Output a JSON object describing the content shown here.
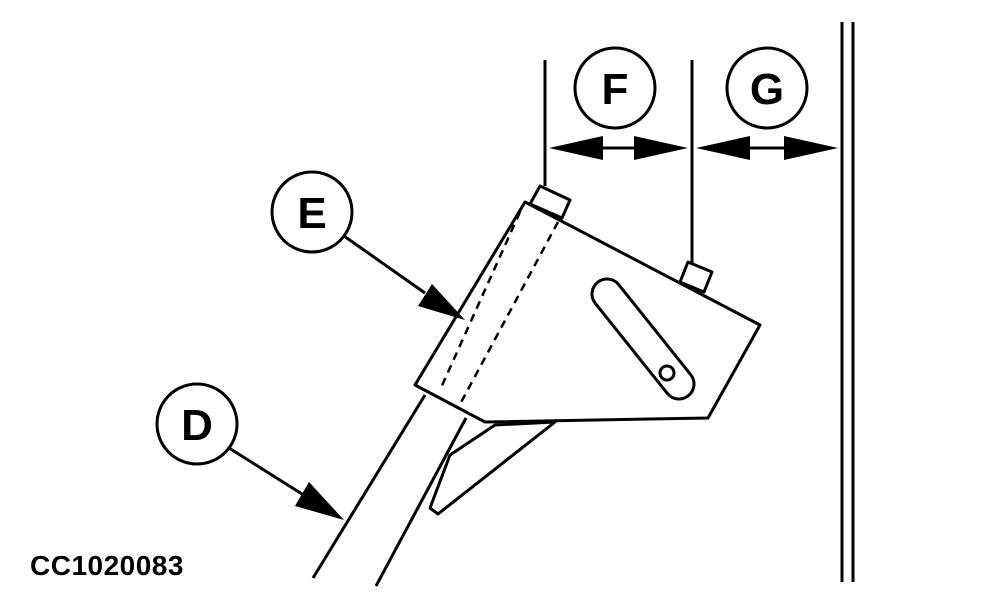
{
  "figure_id": "CC1020083",
  "callouts": {
    "d": "D",
    "e": "E",
    "f": "F",
    "g": "G"
  },
  "colors": {
    "line": "#000000",
    "background": "#ffffff"
  }
}
